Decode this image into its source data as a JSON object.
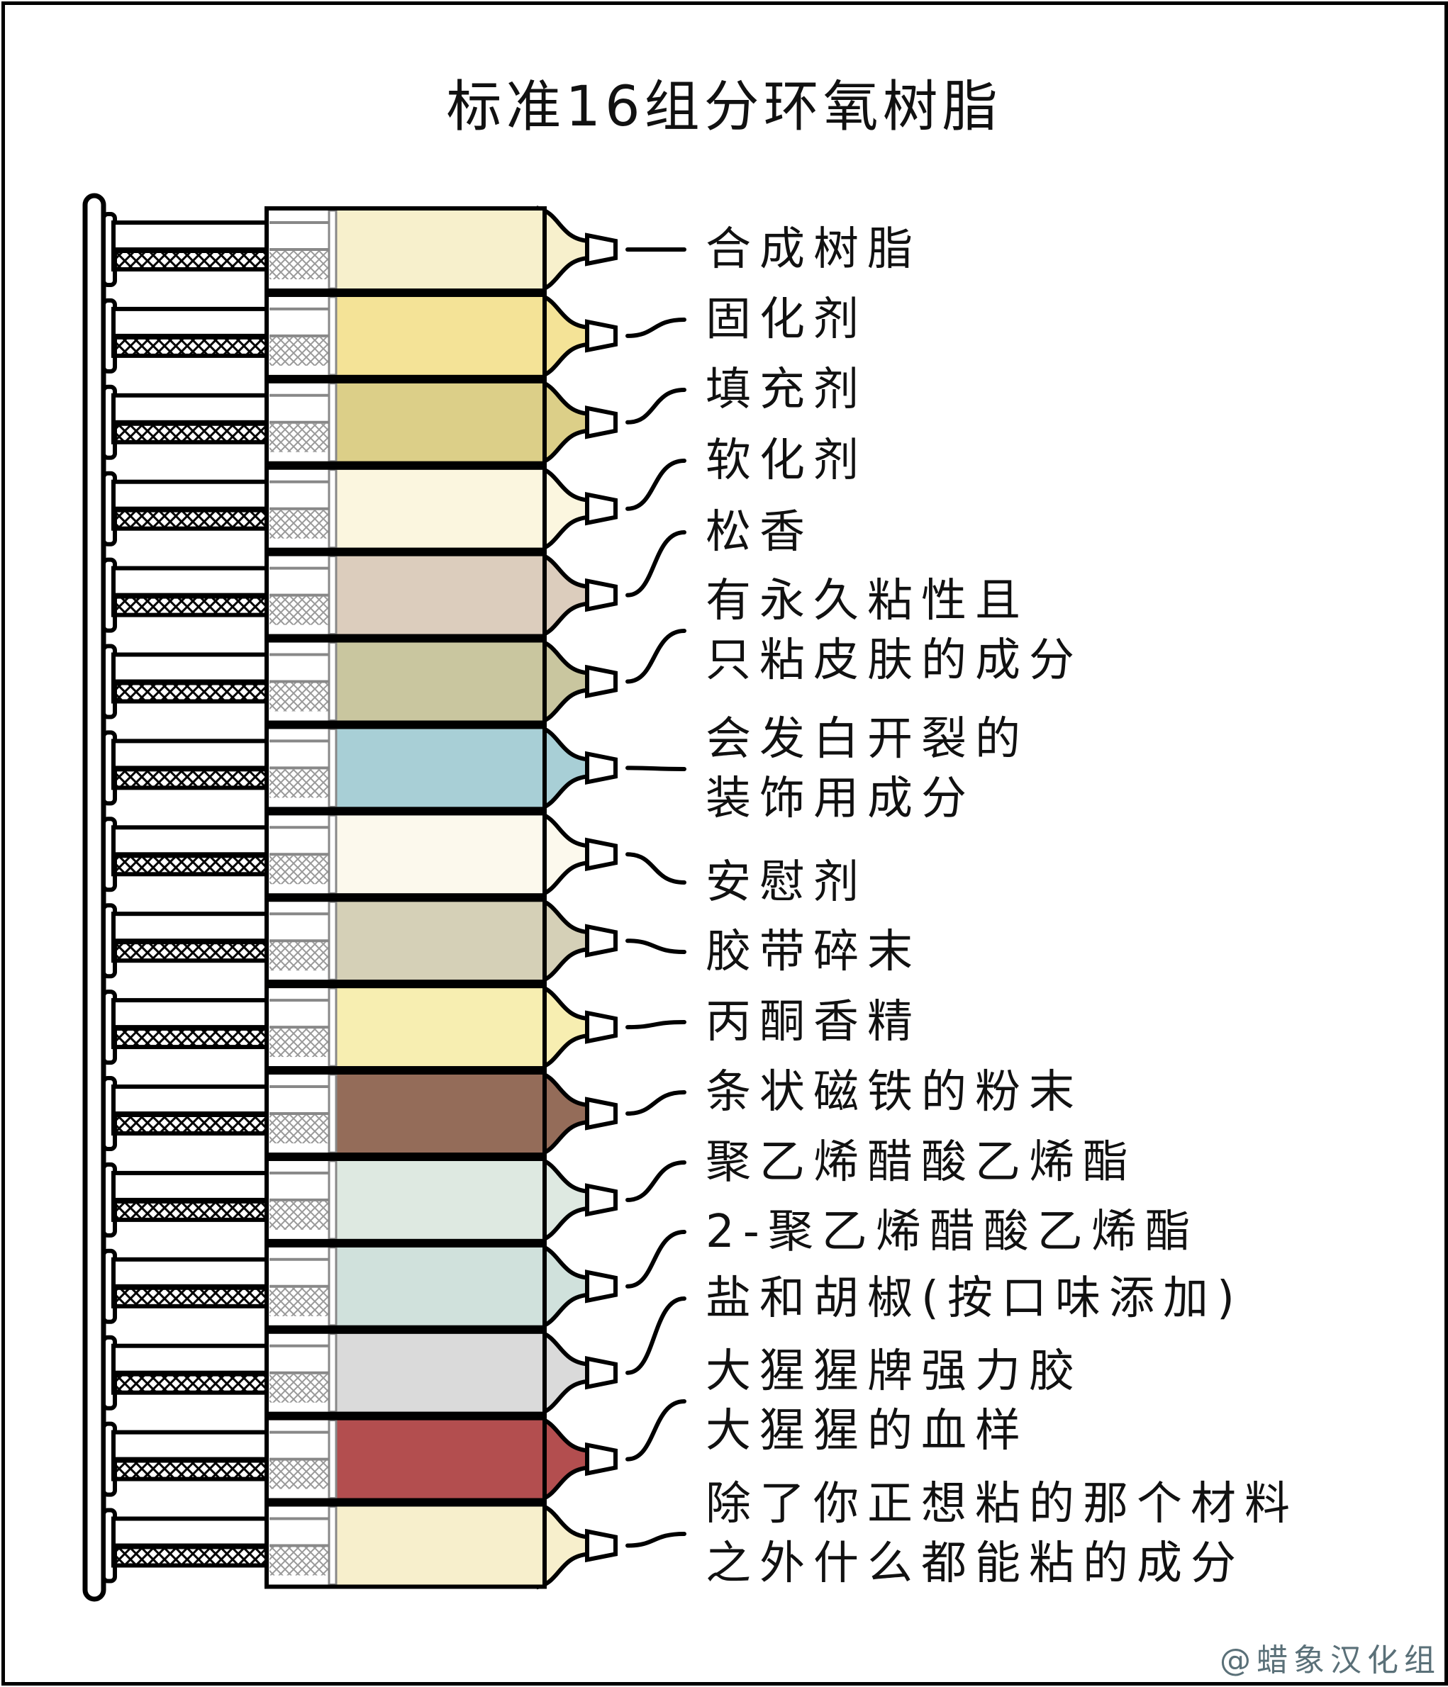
{
  "title": "标准16组分环氧树脂",
  "components": [
    {
      "lines": [
        "合成树脂"
      ],
      "color": "#f7f0cc"
    },
    {
      "lines": [
        "固化剂"
      ],
      "color": "#f4e397"
    },
    {
      "lines": [
        "填充剂"
      ],
      "color": "#dccf88"
    },
    {
      "lines": [
        "软化剂"
      ],
      "color": "#fbf6df"
    },
    {
      "lines": [
        "松香"
      ],
      "color": "#dccdbd"
    },
    {
      "lines": [
        "有永久粘性且",
        "只粘皮肤的成分"
      ],
      "color": "#c9c69f"
    },
    {
      "lines": [
        "会发白开裂的",
        "装饰用成分"
      ],
      "color": "#a8cfd6"
    },
    {
      "lines": [
        "安慰剂"
      ],
      "color": "#fcf9ed"
    },
    {
      "lines": [
        "胶带碎末"
      ],
      "color": "#d5d0b7"
    },
    {
      "lines": [
        "丙酮香精"
      ],
      "color": "#f7eeb1"
    },
    {
      "lines": [
        "条状磁铁的粉末"
      ],
      "color": "#946c59"
    },
    {
      "lines": [
        "聚乙烯醋酸乙烯酯"
      ],
      "color": "#dee9e1"
    },
    {
      "lines": [
        "2-聚乙烯醋酸乙烯酯"
      ],
      "color": "#d0e1dc"
    },
    {
      "lines": [
        "盐和胡椒(按口味添加)"
      ],
      "color": "#dadada"
    },
    {
      "lines": [
        "大猩猩牌强力胶",
        "大猩猩的血样"
      ],
      "color": "#b34e4f"
    },
    {
      "lines": [
        "除了你正想粘的那个材料",
        "之外什么都能粘的成分"
      ],
      "color": "#f7efcc"
    }
  ],
  "watermark": "@蜡象汉化组"
}
